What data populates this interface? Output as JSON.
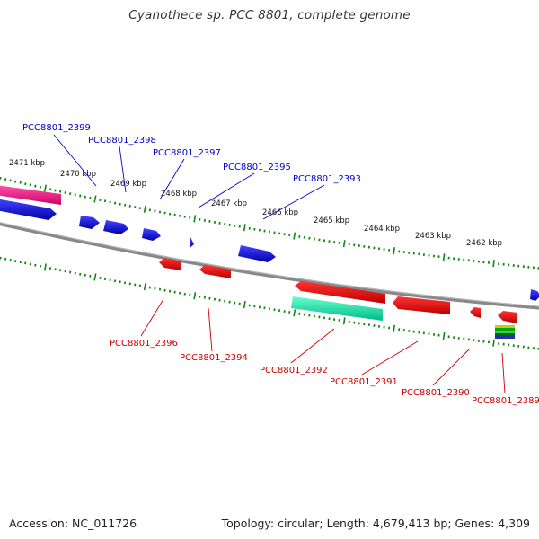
{
  "title": "Cyanothece sp. PCC 8801, complete genome",
  "footer": {
    "accession": "Accession: NC_011726",
    "topology": "Topology: circular; Length: 4,679,413 bp; Genes: 4,309"
  },
  "colors": {
    "forward_label": "#0000cc",
    "reverse_label": "#cc0000",
    "forward_gene": "#0000dd",
    "reverse_gene": "#ee0000",
    "rna_gene": "#ee1177",
    "pseudo_gene": "#11dd99",
    "ticks": "#118811",
    "backbone": "#888888"
  },
  "kbp_ticks": [
    "2471 kbp",
    "2470 kbp",
    "2469 kbp",
    "2468 kbp",
    "2467 kbp",
    "2466 kbp",
    "2465 kbp",
    "2464 kbp",
    "2463 kbp",
    "2462 kbp"
  ],
  "forward_labels": [
    "PCC8801_2399",
    "PCC8801_2398",
    "PCC8801_2397",
    "PCC8801_2395",
    "PCC8801_2393"
  ],
  "reverse_labels": [
    "PCC8801_2396",
    "PCC8801_2394",
    "PCC8801_2392",
    "PCC8801_2391",
    "PCC8801_2390",
    "PCC8801_2389"
  ]
}
